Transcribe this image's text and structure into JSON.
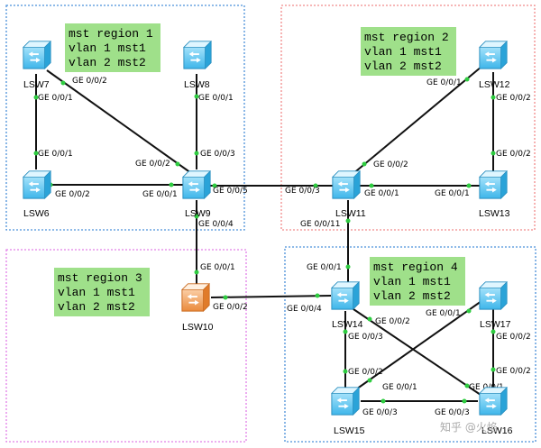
{
  "colors": {
    "region1_border": "#4a90d9",
    "region2_border": "#f08a8a",
    "region3_border": "#e27fe8",
    "region4_border": "#4a90d9",
    "note_bg": "#9fe08a",
    "switch_blue": "#4fc3f7",
    "router_orange": "#f5a25d",
    "port_dot": "#2ecc40"
  },
  "regions": [
    {
      "lines": [
        "mst region 1",
        "vlan 1 mst1",
        "vlan 2 mst2"
      ]
    },
    {
      "lines": [
        "mst region 2",
        "vlan 1 mst1",
        "vlan 2 mst2"
      ]
    },
    {
      "lines": [
        "mst region 3",
        "vlan 1 mst1",
        "vlan 2 mst2"
      ]
    },
    {
      "lines": [
        "mst region 4",
        "vlan 1 mst1",
        "vlan 2 mst2"
      ]
    }
  ],
  "devices": {
    "lsw6": {
      "label": "LSW6",
      "icon": "switch-icon"
    },
    "lsw7": {
      "label": "LSW7",
      "icon": "switch-icon"
    },
    "lsw8": {
      "label": "LSW8",
      "icon": "switch-icon"
    },
    "lsw9": {
      "label": "LSW9",
      "icon": "switch-icon"
    },
    "lsw10": {
      "label": "LSW10",
      "icon": "router-icon"
    },
    "lsw11": {
      "label": "LSW11",
      "icon": "switch-icon"
    },
    "lsw12": {
      "label": "LSW12",
      "icon": "switch-icon"
    },
    "lsw13": {
      "label": "LSW13",
      "icon": "switch-icon"
    },
    "lsw14": {
      "label": "LSW14",
      "icon": "switch-icon"
    },
    "lsw15": {
      "label": "LSW15",
      "icon": "switch-icon"
    },
    "lsw16": {
      "label": "LSW16",
      "icon": "switch-icon"
    },
    "lsw17": {
      "label": "LSW17",
      "icon": "switch-icon"
    }
  },
  "ports": {
    "lsw7_002": "GE 0/0/2",
    "lsw7_001": "GE 0/0/1",
    "lsw6_001": "GE 0/0/1",
    "lsw6_002": "GE 0/0/2",
    "lsw8_001": "GE 0/0/1",
    "lsw9_003": "GE 0/0/3",
    "lsw9_002": "GE 0/0/2",
    "lsw9_001": "GE 0/0/1",
    "lsw9_005": "GE 0/0/5",
    "lsw9_004": "GE 0/0/4",
    "lsw11_003": "GE 0/0/3",
    "lsw11_002": "GE 0/0/2",
    "lsw11_001": "GE 0/0/1",
    "lsw11_011": "GE 0/0/11",
    "lsw12_001": "GE 0/0/1",
    "lsw12_002": "GE 0/0/2",
    "lsw13_002": "GE 0/0/2",
    "lsw13_001": "GE 0/0/1",
    "lsw10_001": "GE 0/0/1",
    "lsw10_002": "GE 0/0/2",
    "lsw14_001": "GE 0/0/1",
    "lsw14_004": "GE 0/0/4",
    "lsw14_002": "GE 0/0/2",
    "lsw14_003": "GE 0/0/3",
    "lsw17_001": "GE 0/0/1",
    "lsw17_002": "GE 0/0/2",
    "lsw15_002": "GE 0/0/2",
    "lsw15_001": "GE 0/0/1",
    "lsw15_003": "GE 0/0/3",
    "lsw16_002": "GE 0/0/2",
    "lsw16_001": "GE 0/0/1",
    "lsw16_003": "GE 0/0/3"
  },
  "watermark": "知乎 @火焰"
}
